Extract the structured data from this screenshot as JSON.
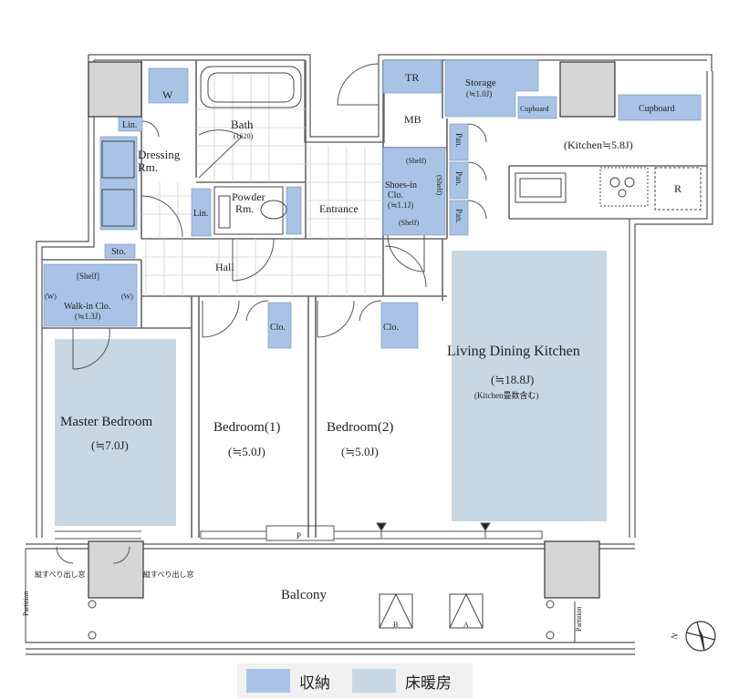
{
  "colors": {
    "storage": "#a9c3e6",
    "floor_heating": "#c7d8e4",
    "wall": "#9a9a9a",
    "column": "#d6d6d6",
    "line": "#444444"
  },
  "rooms": {
    "w": "W",
    "lin_top": "Lin.",
    "bath": "Bath",
    "bath_size": "(1620)",
    "dressing": "Dressing",
    "dressing2": "Rm.",
    "powder": "Powder",
    "powder2": "Rm.",
    "lin_mid": "Lin.",
    "tr": "TR",
    "mb": "MB",
    "storage": "Storage",
    "storage_size": "(≒1.0J)",
    "cupboard1": "Cupboard",
    "cupboard2": "Cupboard",
    "kitchen": "(Kitchen≒5.8J)",
    "r": "R",
    "pan1": "Pan.",
    "pan2": "Pan.",
    "pan3": "Pan.",
    "shelf_a": "(Shelf)",
    "shelf_b": "(Shelf)",
    "shelf_c": "(Shelf)",
    "shoes1": "Shoes-in",
    "shoes2": "Clo.",
    "shoes3": "(≒1.1J)",
    "entrance": "Entrance",
    "sto": "Sto.",
    "hall": "Hall",
    "wic_shelf": "[Shelf]",
    "wic_w1": "(W)",
    "wic_w2": "(W)",
    "wic1": "Walk-in Clo.",
    "wic2": "(≒1.3J)",
    "clo1": "Clo.",
    "clo2": "Clo.",
    "master": "Master Bedroom",
    "master_size": "(≒7.0J)",
    "bed1": "Bedroom(1)",
    "bed1_size": "(≒5.0J)",
    "bed2": "Bedroom(2)",
    "bed2_size": "(≒5.0J)",
    "ldk": "Living Dining Kitchen",
    "ldk_size": "(≒18.8J)",
    "ldk_note": "(Kitchen畳数含む)",
    "p": "P",
    "balcony": "Balcony",
    "window_left": "縦すべり出し窓",
    "window_right": "縦すべり出し窓",
    "partition_left": "Partition",
    "partition_right": "Partition",
    "unit_b": "B",
    "unit_a": "A",
    "compass": "N"
  },
  "legend": {
    "storage": "収納",
    "floor_heating": "床暖房"
  }
}
